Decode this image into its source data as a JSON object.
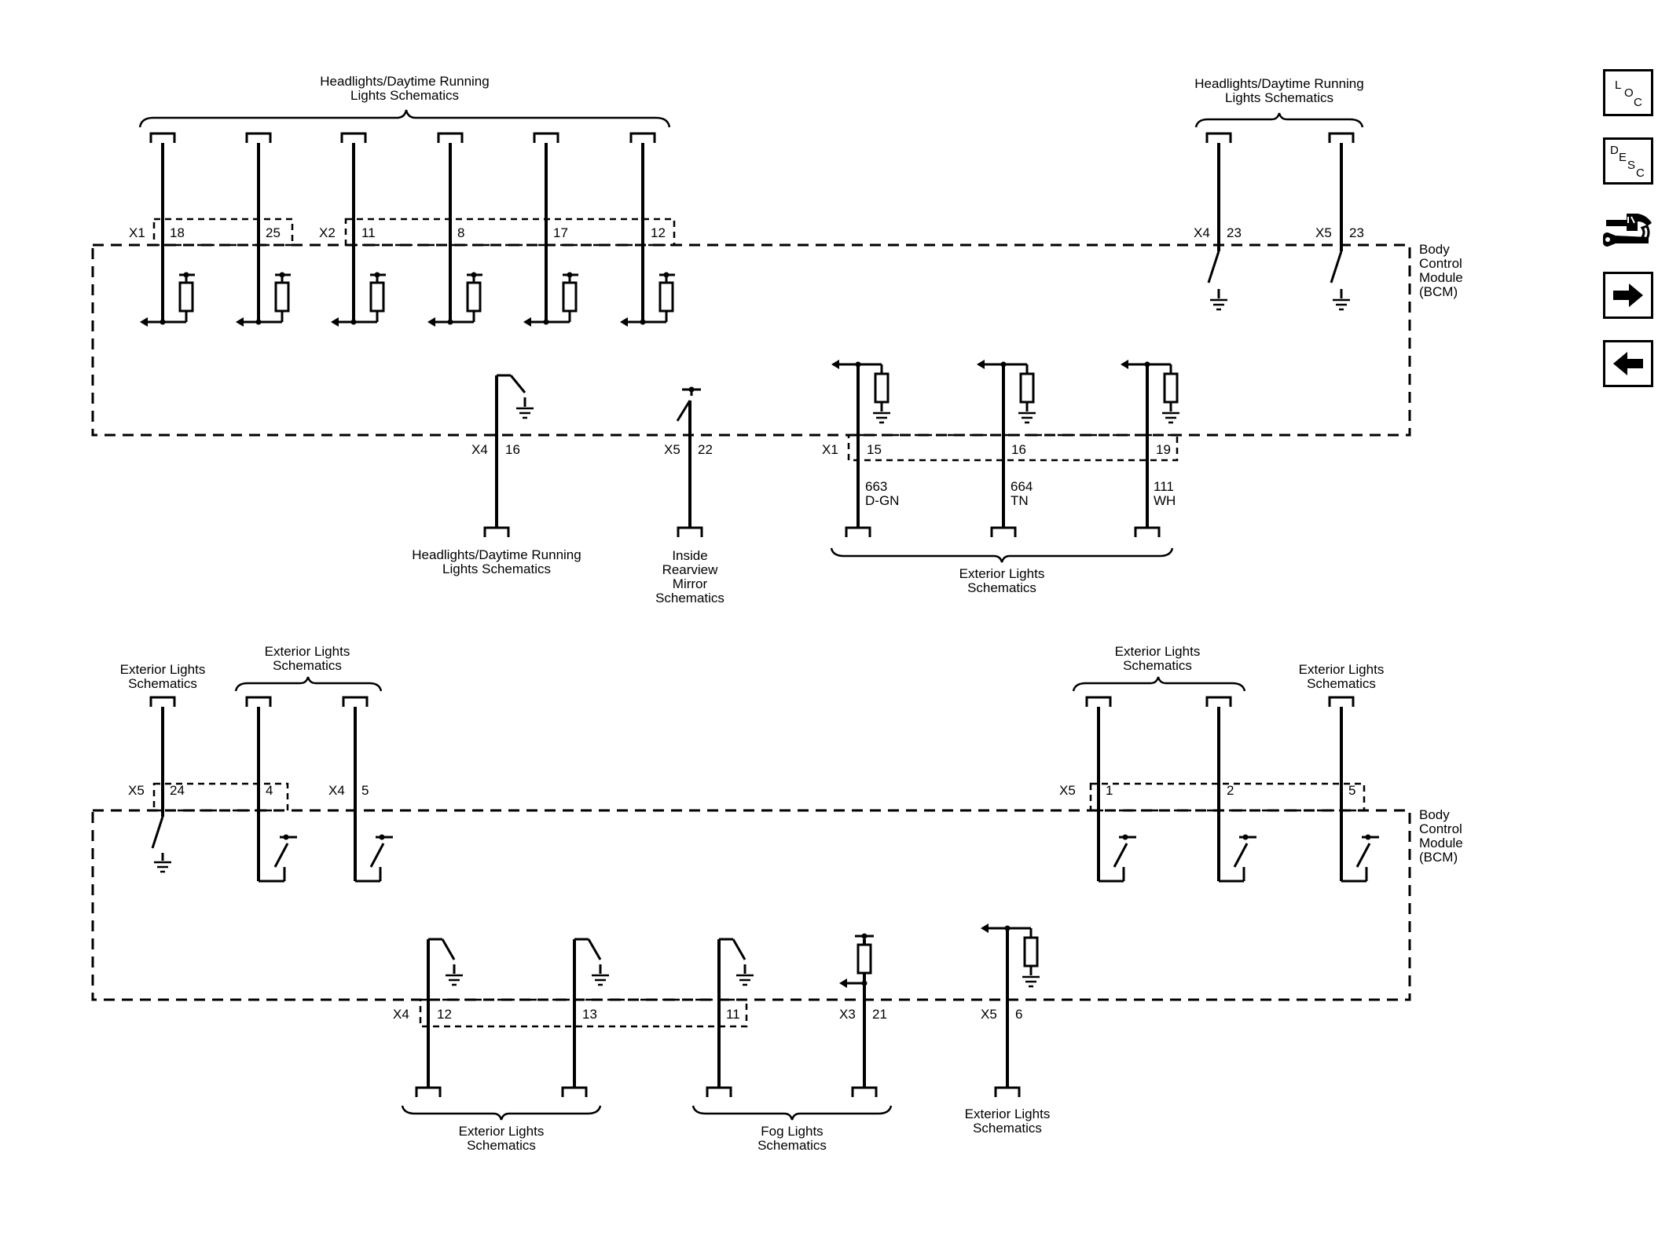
{
  "nav": {
    "loc": {
      "l": "L",
      "o": "O",
      "c": "C"
    },
    "desc": {
      "d": "D",
      "e": "E",
      "s": "S",
      "c": "C"
    }
  },
  "module": {
    "line1": "Body",
    "line2": "Control",
    "line3": "Module",
    "line4": "(BCM)"
  },
  "top": {
    "hdr_left": [
      "Headlights/Daytime Running",
      "Lights Schematics"
    ],
    "hdr_right": [
      "Headlights/Daytime Running",
      "Lights Schematics"
    ],
    "conn": {
      "x1": "X1",
      "x2": "X2",
      "x4": "X4",
      "x5": "X5"
    },
    "pins_left": [
      "18",
      "25",
      "11",
      "8",
      "17",
      "12"
    ],
    "pin_x4_23": "23",
    "pin_x5_23": "23",
    "bottom_conn": {
      "x4": "X4",
      "x5": "X5",
      "x1": "X1"
    },
    "pin_x4_16": "16",
    "pin_x5_22": "22",
    "pins_x1": [
      "15",
      "16",
      "19"
    ],
    "wires": [
      {
        "num": "663",
        "color": "D-GN"
      },
      {
        "num": "664",
        "color": "TN"
      },
      {
        "num": "111",
        "color": "WH"
      }
    ],
    "ftr_headlights": [
      "Headlights/Daytime Running",
      "Lights Schematics"
    ],
    "ftr_mirror": [
      "Inside",
      "Rearview",
      "Mirror",
      "Schematics"
    ],
    "ftr_exterior": [
      "Exterior Lights",
      "Schematics"
    ]
  },
  "bottom": {
    "hdr_ext_single_left": [
      "Exterior Lights",
      "Schematics"
    ],
    "hdr_ext_pair_left": [
      "Exterior Lights",
      "Schematics"
    ],
    "hdr_ext_pair_right": [
      "Exterior Lights",
      "Schematics"
    ],
    "hdr_ext_single_right": [
      "Exterior Lights",
      "Schematics"
    ],
    "conn": {
      "x5a": "X5",
      "x4": "X4",
      "x5b": "X5"
    },
    "pin_24": "24",
    "pin_4": "4",
    "pin_5a": "5",
    "pins_right": [
      "1",
      "2",
      "5"
    ],
    "bottom_conn": {
      "x4": "X4",
      "x3": "X3",
      "x5": "X5"
    },
    "pins_x4": [
      "12",
      "13",
      "11"
    ],
    "pin_x3_21": "21",
    "pin_x5_6": "6",
    "ftr_ext_pair": [
      "Exterior Lights",
      "Schematics"
    ],
    "ftr_fog": [
      "Fog Lights",
      "Schematics"
    ],
    "ftr_ext_single": [
      "Exterior Lights",
      "Schematics"
    ]
  }
}
